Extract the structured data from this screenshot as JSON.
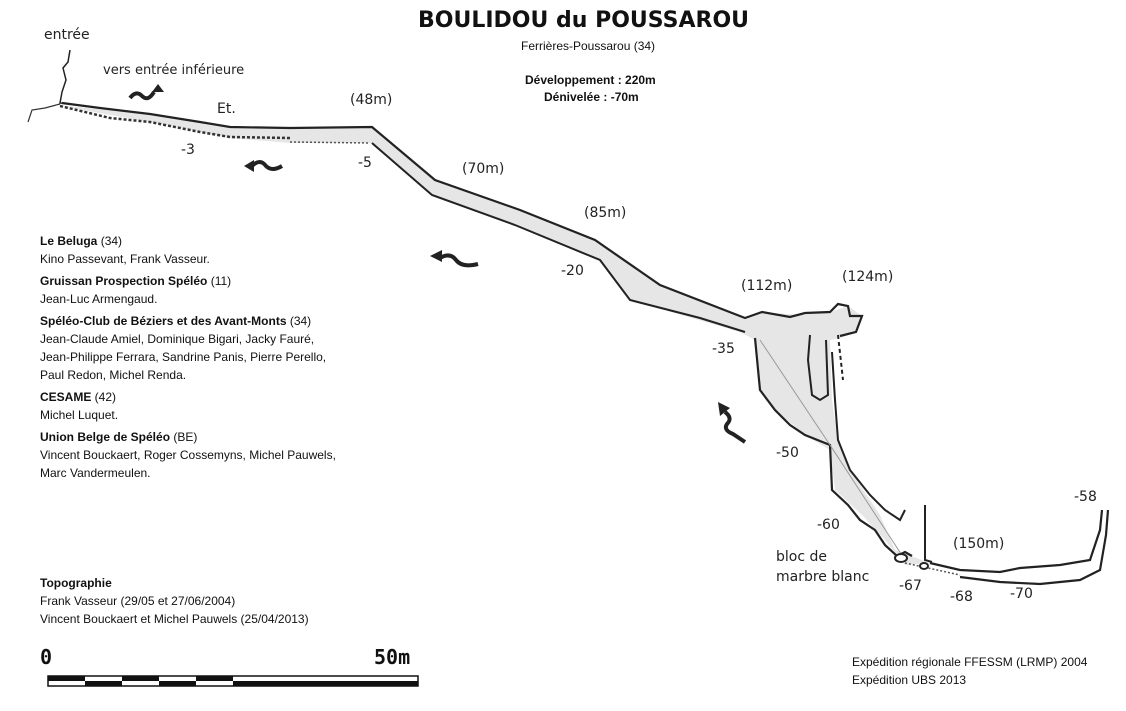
{
  "header": {
    "title": "BOULIDOU du POUSSAROU",
    "location": "Ferrières-Poussarou (34)",
    "development": "Développement : 220m",
    "denivelee": "Dénivelée : -70m"
  },
  "survey_labels": {
    "entree": "entrée",
    "vers_entree": "vers entrée inférieure",
    "et": "Et.",
    "distances": [
      "(48m)",
      "(70m)",
      "(85m)",
      "(112m)",
      "(124m)",
      "(150m)"
    ],
    "depths": [
      "-3",
      "-5",
      "-20",
      "-35",
      "-50",
      "-60",
      "-67",
      "-68",
      "-70",
      "-58"
    ],
    "bloc": [
      "bloc de",
      "marbre blanc"
    ]
  },
  "credits": [
    {
      "club": "Le Beluga",
      "code": " (34)",
      "members": [
        "Kino Passevant, Frank Vasseur."
      ]
    },
    {
      "club": "Gruissan Prospection Spéléo",
      "code": " (11)",
      "members": [
        "Jean-Luc Armengaud."
      ]
    },
    {
      "club": "Spéléo-Club de Béziers et des Avant-Monts",
      "code": " (34)",
      "members": [
        "Jean-Claude Amiel, Dominique Bigari, Jacky Fauré,",
        "Jean-Philippe Ferrara, Sandrine Panis, Pierre Perello,",
        "Paul Redon, Michel Renda."
      ]
    },
    {
      "club": "CESAME",
      "code": " (42)",
      "members": [
        "Michel Luquet."
      ]
    },
    {
      "club": "Union Belge de Spéléo",
      "code": " (BE)",
      "members": [
        "Vincent Bouckaert, Roger Cossemyns, Michel Pauwels,",
        "Marc Vandermeulen."
      ]
    }
  ],
  "topographie": {
    "heading": "Topographie",
    "lines": [
      "Frank Vasseur (29/05 et 27/06/2004)",
      "Vincent Bouckaert et Michel Pauwels (25/04/2013)"
    ]
  },
  "scale": {
    "start": "0",
    "end": "50m"
  },
  "expeditions": [
    "Expédition régionale FFESSM (LRMP) 2004",
    "Expédition UBS 2013"
  ]
}
